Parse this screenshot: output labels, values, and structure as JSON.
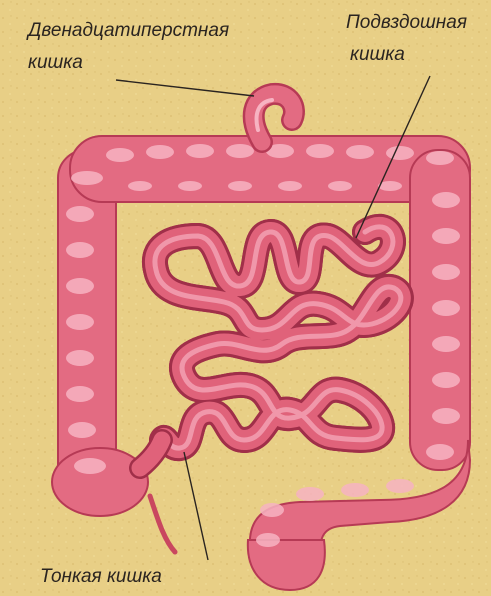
{
  "labels": {
    "duodenum": {
      "line1": "Двенадцатиперстная",
      "line2": "кишка"
    },
    "ileum": {
      "line1": "Подвздошная",
      "line2": "кишка"
    },
    "small_intestine": "Тонкая кишка"
  },
  "colors": {
    "background": "#e8cf86",
    "intestine": "#e0627a",
    "intestine_dark": "#b63a55",
    "intestine_highlight": "#f7b3c2",
    "leader_line": "#2a2420"
  }
}
